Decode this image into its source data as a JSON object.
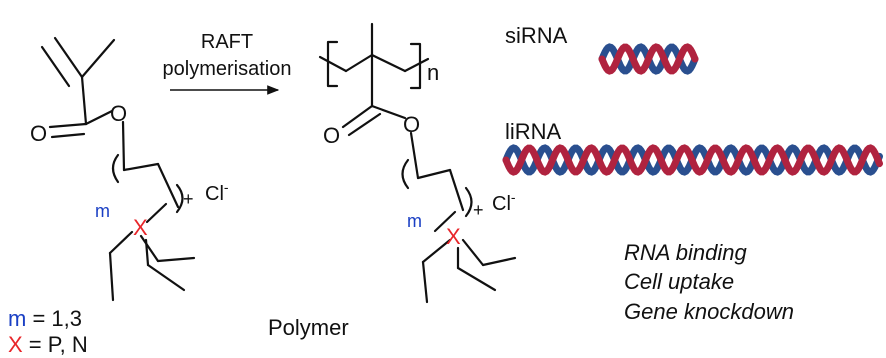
{
  "arrow": {
    "label_line1": "RAFT",
    "label_line2": "polymerisation"
  },
  "monomer": {
    "atom_o1": "O",
    "atom_o2": "O",
    "heteroatom": "X",
    "charge": "+",
    "counterion": "Cl",
    "counterion_charge": "-",
    "index": "m"
  },
  "polymer": {
    "atom_o1": "O",
    "atom_o2": "O",
    "heteroatom": "X",
    "charge": "+",
    "counterion": "Cl",
    "counterion_charge": "-",
    "index": "m",
    "repeat": "n",
    "label": "Polymer"
  },
  "legend": {
    "m_symbol": "m",
    "m_value": " = 1,3",
    "x_symbol": "X",
    "x_value": " = P, N"
  },
  "rna": {
    "short": "siRNA",
    "long": "liRNA"
  },
  "properties": [
    "RNA binding",
    "Cell uptake",
    "Gene knockdown"
  ],
  "colors": {
    "heteroatom": "#e8262a",
    "index": "#1a3fc4",
    "strand_red": "#b0233f",
    "strand_blue": "#2a4f8f"
  }
}
